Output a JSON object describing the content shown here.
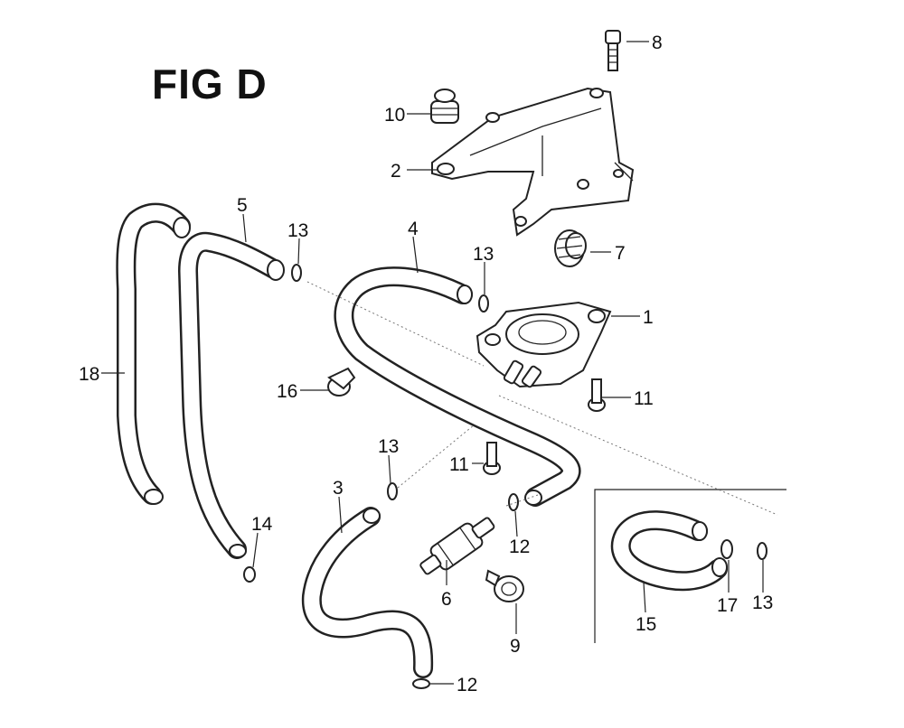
{
  "figure": {
    "title": "FIG D"
  },
  "callouts": {
    "c1": "1",
    "c2": "2",
    "c3": "3",
    "c4": "4",
    "c5": "5",
    "c6": "6",
    "c7": "7",
    "c8": "8",
    "c9": "9",
    "c10": "10",
    "c11a": "11",
    "c11b": "11",
    "c12a": "12",
    "c12b": "12",
    "c13a": "13",
    "c13b": "13",
    "c13c": "13",
    "c13d": "13",
    "c14": "14",
    "c15": "15",
    "c16": "16",
    "c17": "17",
    "c18": "18"
  }
}
